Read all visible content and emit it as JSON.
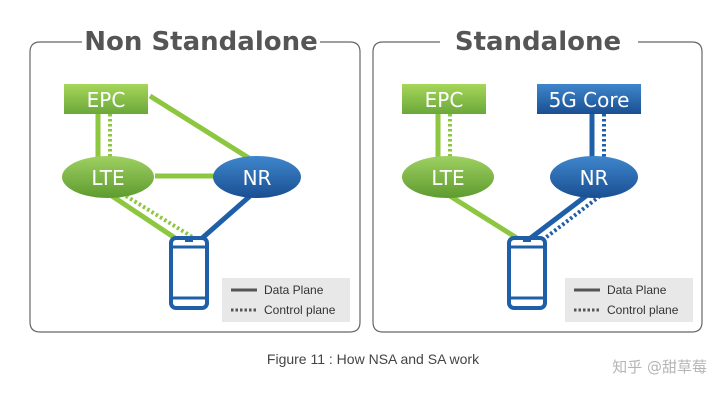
{
  "panels": {
    "nsa": {
      "title": "Non Standalone",
      "nodes": {
        "epc": "EPC",
        "lte": "LTE",
        "nr": "NR"
      }
    },
    "sa": {
      "title": "Standalone",
      "nodes": {
        "epc": "EPC",
        "core": "5G Core",
        "lte": "LTE",
        "nr": "NR"
      }
    }
  },
  "legend": {
    "data_plane": "Data Plane",
    "control_plane": "Control plane"
  },
  "caption": "Figure 11 : How NSA and SA work",
  "watermark": "知乎 @甜草莓",
  "colors": {
    "green": "#8dc63f",
    "green_dark": "#5e9b2f",
    "blue": "#1f5fa8",
    "blue_light": "#3e86c9",
    "panel_border": "#666666",
    "legend_bg": "#e8e8e8"
  },
  "icons": {
    "ue": "smartphone-icon"
  }
}
